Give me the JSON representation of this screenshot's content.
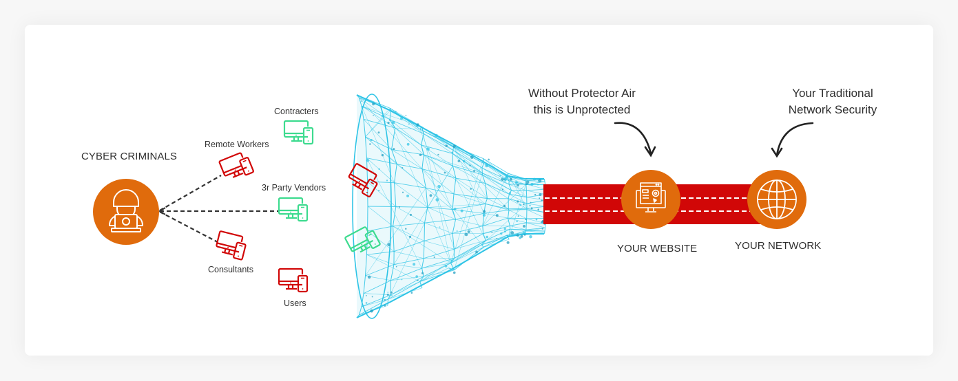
{
  "colors": {
    "orange": "#e06b0c",
    "red": "#d10707",
    "green": "#3ddb8f",
    "funnel": "#2ec4e6",
    "dash": "#333333"
  },
  "attackers": {
    "label": "CYBER CRIMINALS",
    "icon": "hacker-laptop-icon"
  },
  "endpoints": [
    {
      "label": "Contracters",
      "status": "protected",
      "icon": "desktop-phone-icon"
    },
    {
      "label": "Remote Workers",
      "status": "compromised",
      "icon": "desktop-phone-icon"
    },
    {
      "label": "3r Party Vendors",
      "status": "protected",
      "icon": "desktop-phone-icon"
    },
    {
      "label": "Consultants",
      "status": "compromised",
      "icon": "desktop-phone-icon"
    },
    {
      "label": "Users",
      "status": "compromised",
      "icon": "desktop-phone-icon"
    }
  ],
  "funnel": {
    "icons": [
      {
        "status": "compromised",
        "icon": "desktop-phone-icon"
      },
      {
        "status": "protected",
        "icon": "desktop-phone-icon"
      }
    ]
  },
  "annotations": {
    "unprotected": [
      "Without Protector Air",
      "this is Unprotected"
    ],
    "traditional": [
      "Your Traditional",
      "Network Security"
    ]
  },
  "targets": {
    "website": {
      "label": "YOUR WEBSITE",
      "icon": "website-monitor-icon"
    },
    "network": {
      "label": "YOUR NETWORK",
      "icon": "globe-icon"
    }
  }
}
